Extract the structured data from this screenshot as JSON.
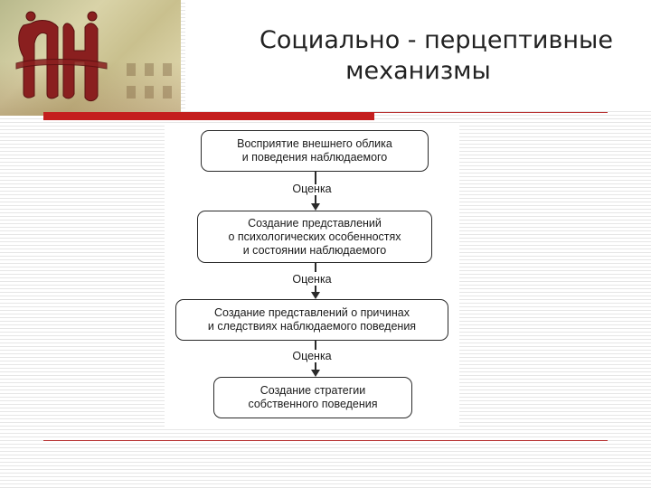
{
  "title": {
    "line1": "Социально - перцептивные",
    "line2": "механизмы"
  },
  "diagram": {
    "boxes": [
      {
        "text": "Восприятие внешнего облика\nи поведения наблюдаемого"
      },
      {
        "text": "Создание представлений\nо психологических особенностях\nи состоянии наблюдаемого"
      },
      {
        "text": "Создание представлений о причинах\nи следствиях наблюдаемого поведения"
      },
      {
        "text": "Создание стратегии\nсобственного поведения"
      }
    ],
    "connector_labels": [
      "Оценка",
      "Оценка",
      "Оценка"
    ]
  },
  "colors": {
    "accent_red": "#c41e1e",
    "line_red": "#b83333",
    "logo_ink": "#8a1f1f"
  },
  "icons": [
    "university-monogram-logo"
  ]
}
